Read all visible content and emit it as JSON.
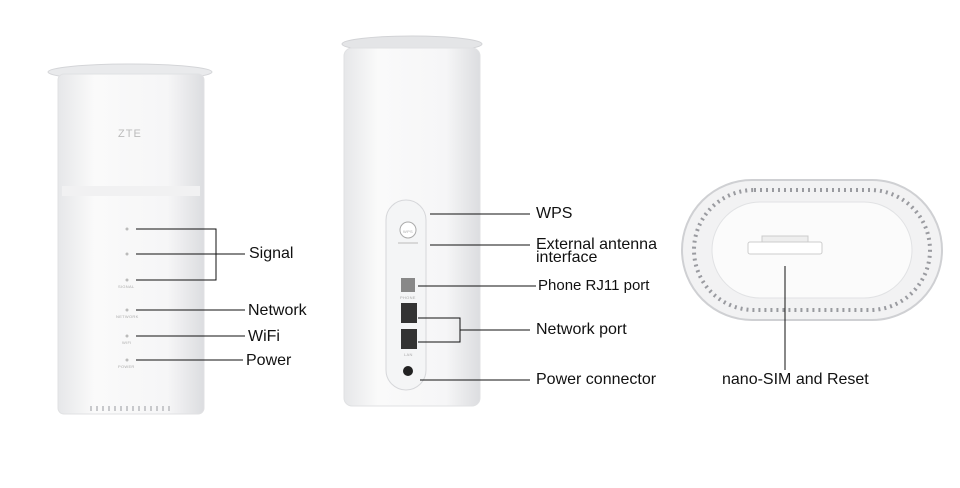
{
  "front_view": {
    "logo": "ZTE",
    "led_captions": [
      "SIGNAL",
      "NETWORK",
      "WIFI",
      "POWER"
    ],
    "callouts": {
      "signal": "Signal",
      "network": "Network",
      "wifi": "WiFi",
      "power": "Power"
    }
  },
  "back_view": {
    "panel_captions": {
      "wps": "WPS",
      "phone": "PHONE",
      "lan": "LAN"
    },
    "callouts": {
      "wps": "WPS",
      "antenna_line1": "External antenna",
      "antenna_line2": "interface",
      "phone": "Phone RJ11 port",
      "network_port": "Network port",
      "power_connector": "Power connector"
    }
  },
  "bottom_view": {
    "callouts": {
      "sim": "nano-SIM and Reset"
    }
  },
  "colors": {
    "line": "#111111",
    "body": "#f3f4f5"
  }
}
